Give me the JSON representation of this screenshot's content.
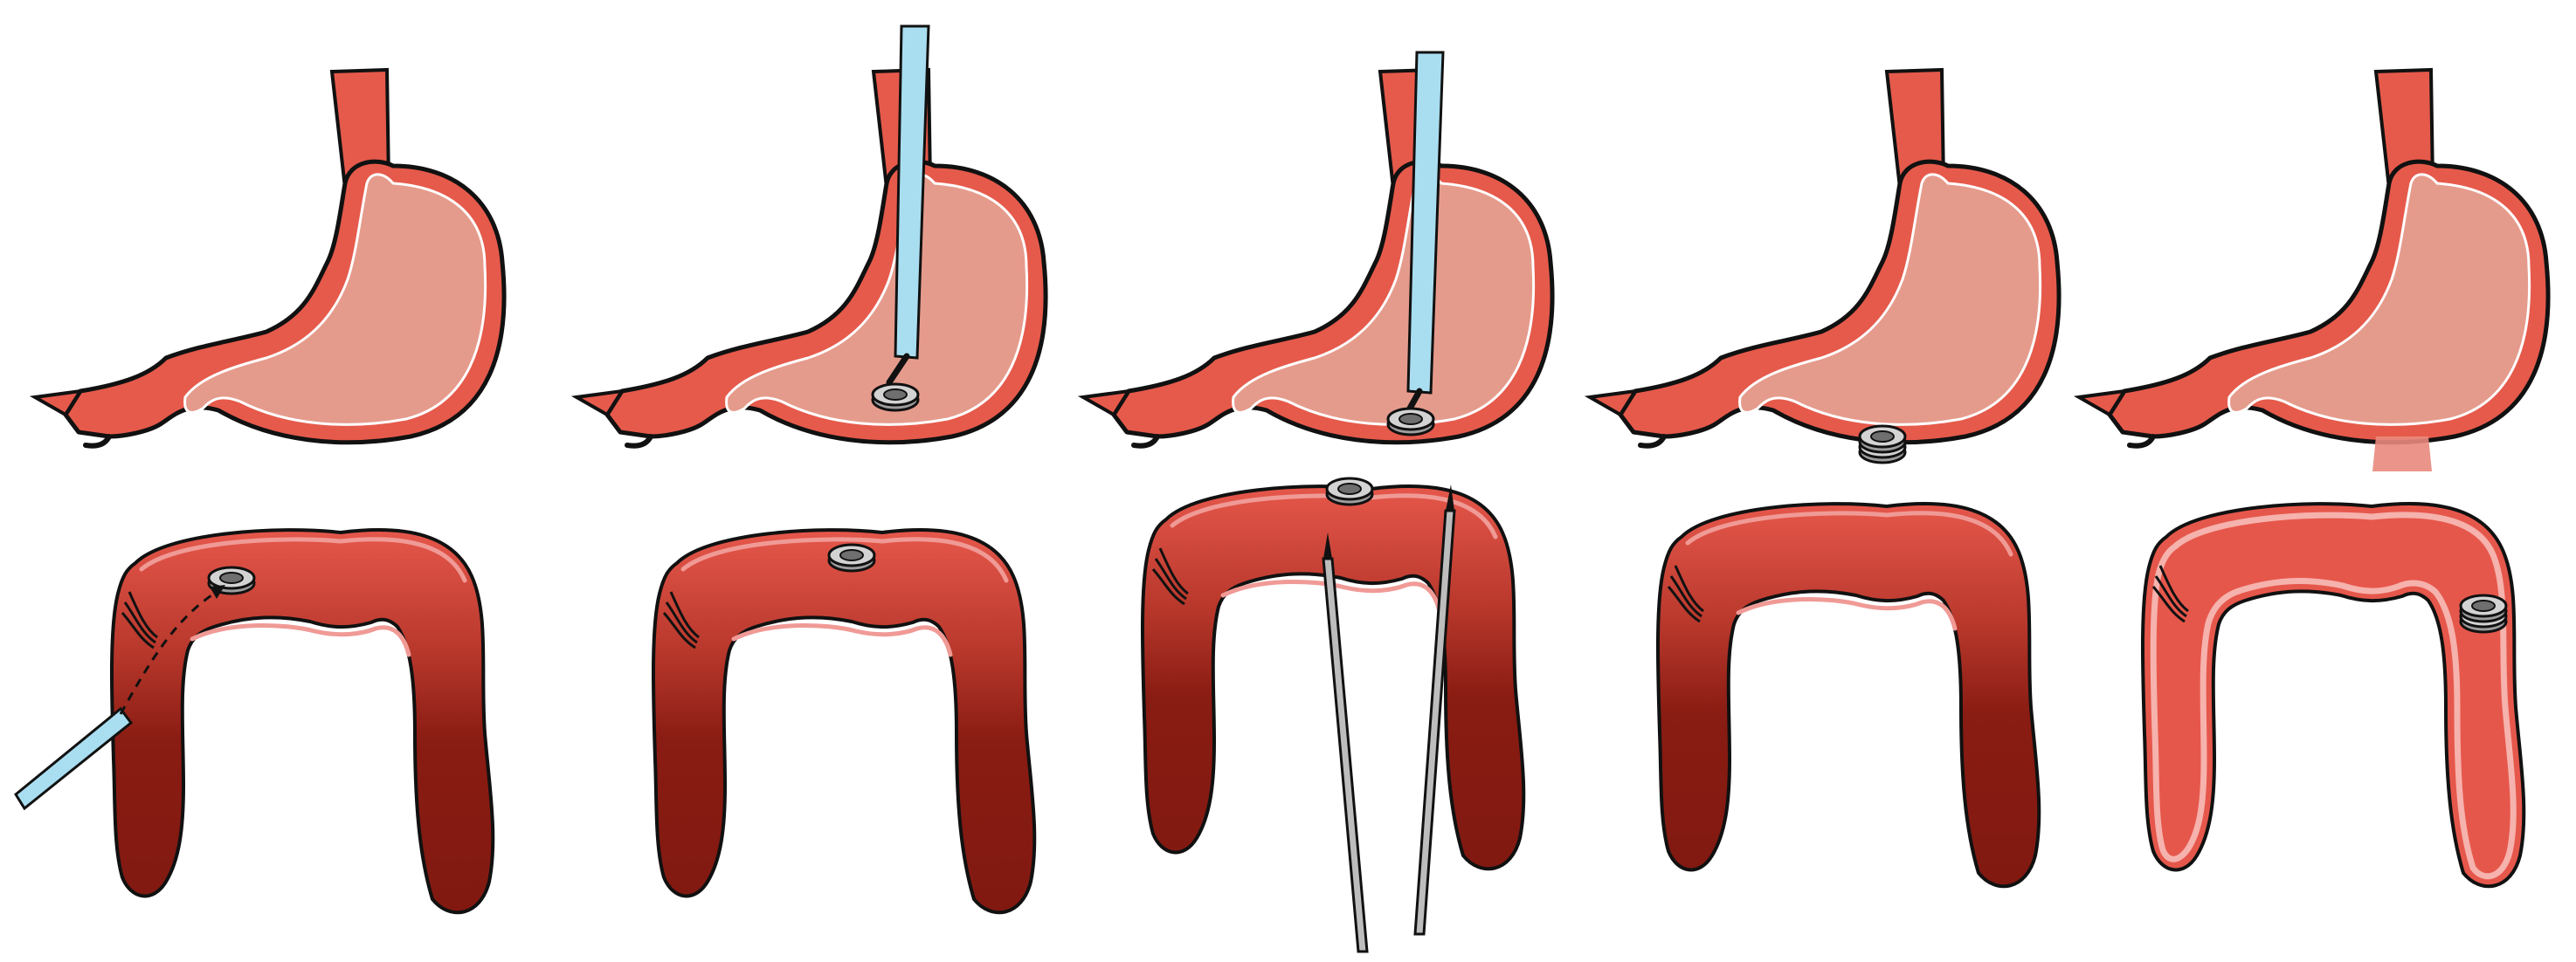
{
  "figure": {
    "panel_count": 5,
    "labels": []
  },
  "palette": {
    "esophagus": "#e65a4b",
    "stomach_fill": "#e59b8c",
    "stomach_outer": "#e65a4b",
    "outline": "#111111",
    "inner_line": "#ffffff",
    "colon_light": "#e6574b",
    "colon_dark": "#891c13",
    "colon_wall": "#f09a96",
    "endoscope": "#a9def0",
    "magnet_outer": "#c8c8c8",
    "magnet_inner": "#6f6f6f",
    "needle_fill": "#bdbdbd"
  },
  "panels": [
    {
      "id": 1,
      "stomach": {
        "endoscope": false,
        "magnet": false
      },
      "colon": {
        "endoscope_entry": true,
        "magnet": "top-left",
        "needles": false,
        "anastomosis": false,
        "lumen_visible": false
      }
    },
    {
      "id": 2,
      "stomach": {
        "endoscope": true,
        "magnet": true
      },
      "colon": {
        "endoscope_entry": false,
        "magnet": "top-center",
        "needles": false,
        "anastomosis": false,
        "lumen_visible": false
      }
    },
    {
      "id": 3,
      "stomach": {
        "endoscope": true,
        "magnet": true
      },
      "colon": {
        "endoscope_entry": false,
        "magnet": "top-center",
        "needles": true,
        "anastomosis": false,
        "lumen_visible": false
      }
    },
    {
      "id": 4,
      "stomach": {
        "endoscope": false,
        "magnet": false
      },
      "colon": {
        "endoscope_entry": false,
        "magnet": "coupled",
        "needles": false,
        "anastomosis": false,
        "lumen_visible": false
      }
    },
    {
      "id": 5,
      "stomach": {
        "endoscope": false,
        "magnet": false
      },
      "colon": {
        "endoscope_entry": false,
        "magnet": "passed-right-limb",
        "needles": false,
        "anastomosis": true,
        "lumen_visible": true
      }
    }
  ]
}
